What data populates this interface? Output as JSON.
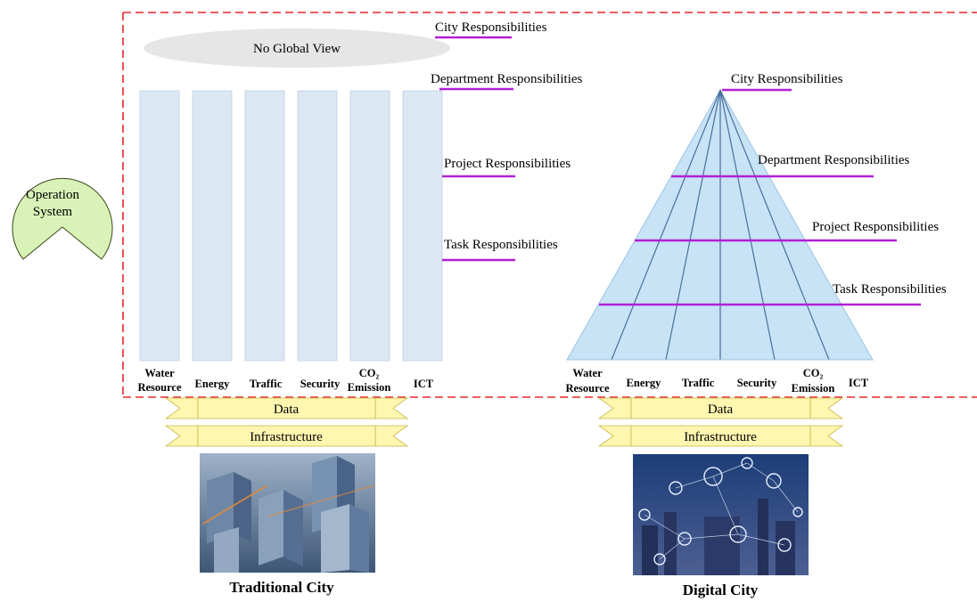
{
  "title_top": "City Responsibilities",
  "no_global_view": "No Global View",
  "operation_system": {
    "line1": "Operation",
    "line2": "System"
  },
  "left": {
    "responsibilities": {
      "department": "Department  Responsibilities",
      "project": "Project Responsibilities",
      "task": "Task Responsibilities"
    },
    "columns": [
      {
        "line1": "Water",
        "line2": "Resource"
      },
      {
        "line1": "Energy",
        "line2": ""
      },
      {
        "line1": "Traffic",
        "line2": ""
      },
      {
        "line1": "Security",
        "line2": ""
      },
      {
        "line1": "CO₂",
        "line2": "Emission"
      },
      {
        "line1": "ICT",
        "line2": ""
      }
    ],
    "banners": {
      "data": "Data",
      "infrastructure": "Infrastructure"
    },
    "caption": "Traditional City"
  },
  "right": {
    "responsibilities": {
      "city": "City Responsibilities",
      "department": "Department  Responsibilities",
      "project": "Project Responsibilities",
      "task": "Task Responsibilities"
    },
    "columns": [
      {
        "line1": "Water",
        "line2": "Resource"
      },
      {
        "line1": "Energy",
        "line2": ""
      },
      {
        "line1": "Traffic",
        "line2": ""
      },
      {
        "line1": "Security",
        "line2": ""
      },
      {
        "line1": "CO₂",
        "line2": "Emission"
      },
      {
        "line1": "ICT",
        "line2": ""
      }
    ],
    "banners": {
      "data": "Data",
      "infrastructure": "Infrastructure"
    },
    "caption": "Digital City"
  },
  "colors": {
    "dashed_border": "#e8262b",
    "accent_line": "#b21fd8",
    "column_fill": "#dce7f4",
    "pyramid_fill": "#c7e3f5",
    "pyramid_lines": "#4a6f9c",
    "operation_fill": "#d9f2b7",
    "banner_fill": "#fff6b0",
    "ellipse_fill": "#e6e6e6"
  }
}
